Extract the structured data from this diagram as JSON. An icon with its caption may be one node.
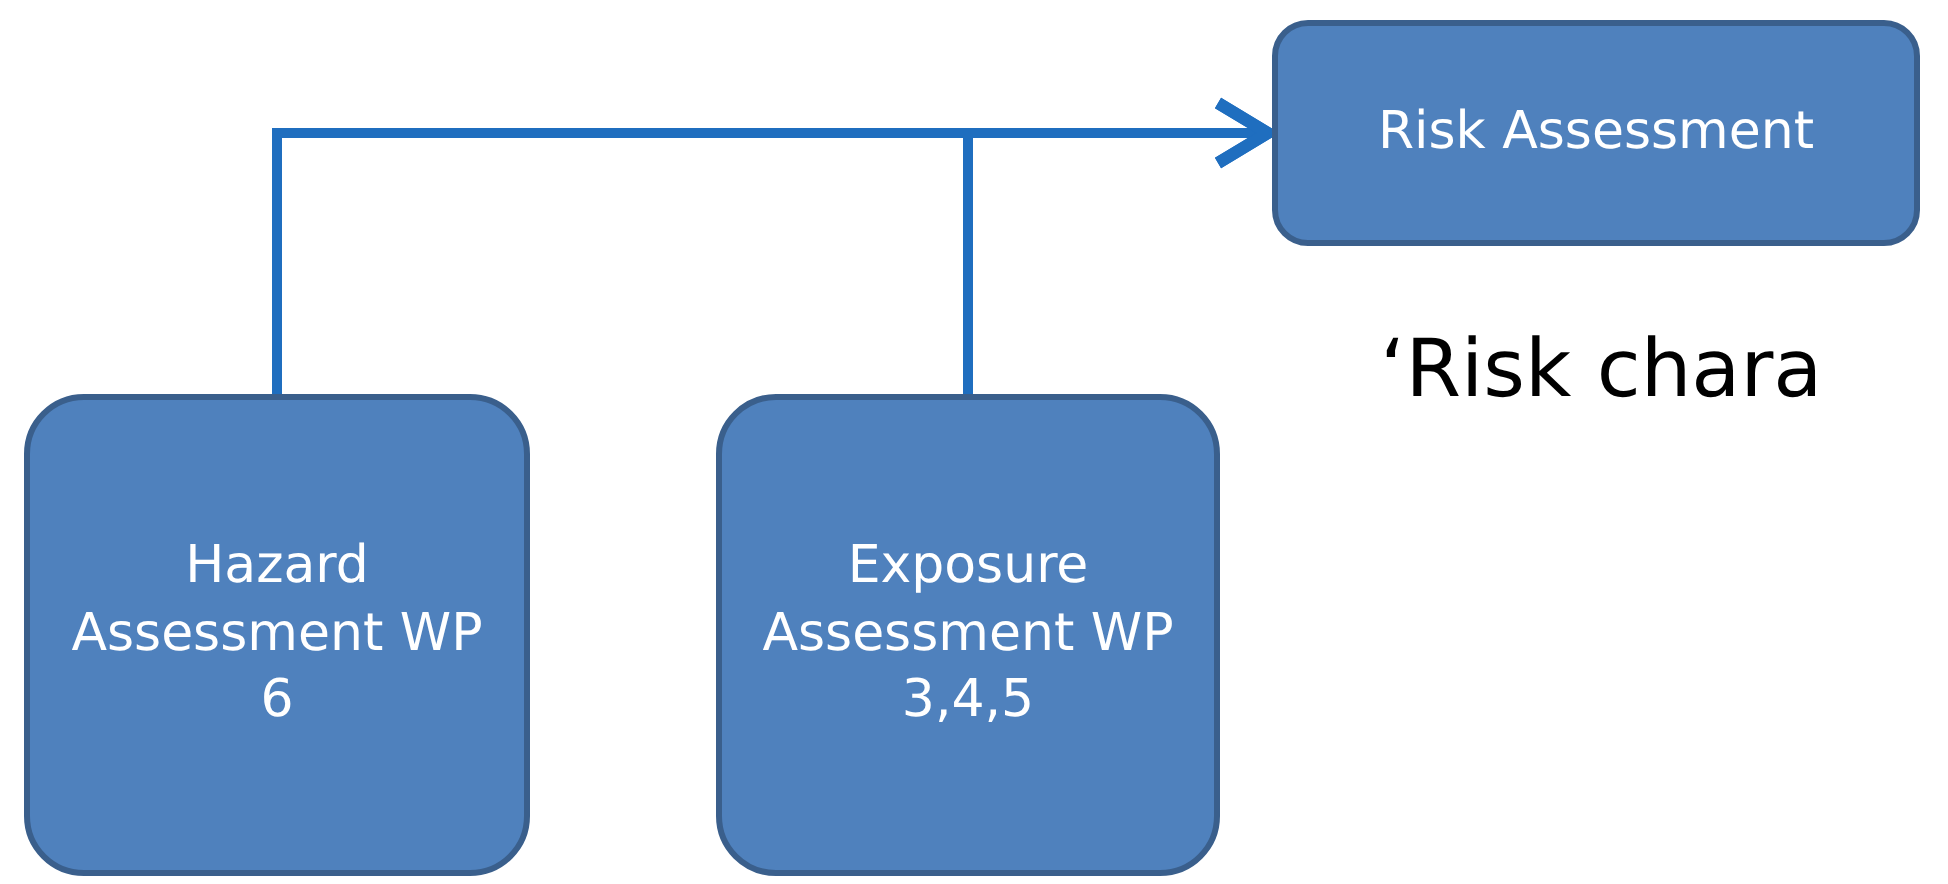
{
  "diagram": {
    "nodes": [
      {
        "text": [
          "Risk Assessment"
        ]
      },
      {
        "text": [
          "Hazard Assessment WP 6"
        ]
      },
      {
        "text": [
          "Exposure Assessment WP 3,4,5"
        ]
      }
    ],
    "edges": [
      {
        "from": 1,
        "to": 0,
        "arrow": "to"
      },
      {
        "from": 2,
        "to": 0,
        "arrow": "to"
      }
    ],
    "labels": [
      "‘Risk chara"
    ]
  }
}
